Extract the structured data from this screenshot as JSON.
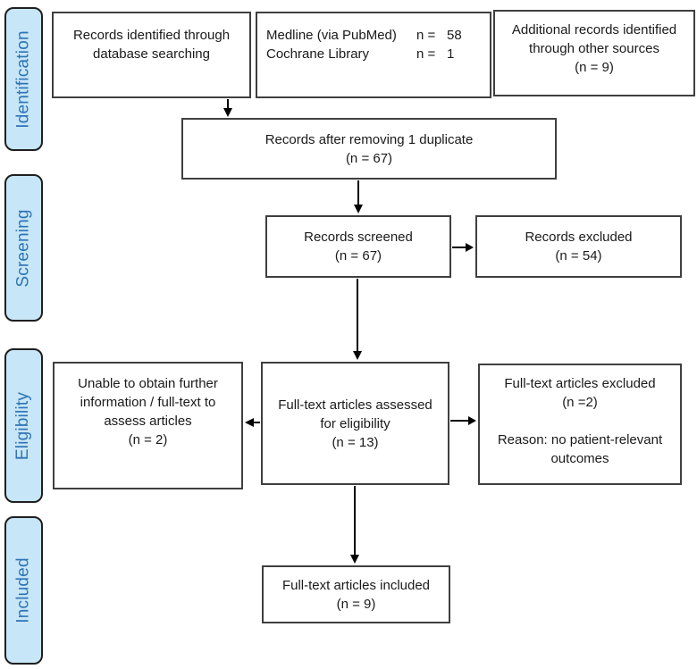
{
  "stages": [
    {
      "label": "Identification"
    },
    {
      "label": "Screening"
    },
    {
      "label": "Eligibility"
    },
    {
      "label": "Included"
    }
  ],
  "boxes": {
    "records_identified": {
      "text": "Records identified through\ndatabase searching"
    },
    "database_sources": {
      "rows": [
        {
          "label": "Medline (via PubMed)",
          "n": "n =",
          "value": "58"
        },
        {
          "label": "Cochrane Library",
          "n": "n =",
          "value": "1"
        }
      ]
    },
    "additional_records": {
      "text": "Additional records identified\nthrough other sources\n(n = 9)"
    },
    "after_duplicates": {
      "text": "Records after removing 1 duplicate\n(n = 67)"
    },
    "records_screened": {
      "text": "Records screened\n(n = 67)"
    },
    "records_excluded": {
      "text": "Records excluded\n(n = 54)"
    },
    "fulltext_assessed": {
      "text": "Full-text articles assessed\nfor eligibility\n(n = 13)"
    },
    "unable_to_obtain": {
      "text": "Unable to obtain further\ninformation / full-text to\nassess articles\n(n = 2)"
    },
    "fulltext_excluded": {
      "text": "Full-text articles excluded\n(n =2)\n\nReason: no patient-relevant\noutcomes"
    },
    "fulltext_included": {
      "text": "Full-text articles included\n(n = 9)"
    }
  },
  "colors": {
    "stage_fill": "#c7e6f7",
    "stage_text": "#2e74b5",
    "box_border": "#3f3f3f",
    "arrow": "#000000"
  }
}
